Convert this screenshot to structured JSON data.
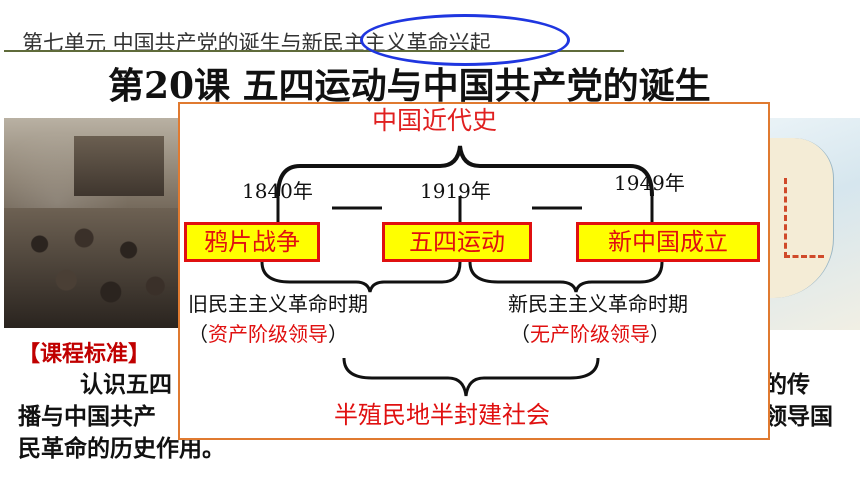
{
  "header": {
    "unit_title": "第七单元   中国共产党的诞生与新民主主义革命兴起",
    "lesson_title": "第20课    五四运动与中国共产党的诞生"
  },
  "standards": {
    "label": "【课程标准】",
    "line1_left": "认识五四",
    "line1_right": "的传",
    "line2_left": "播与中国共产",
    "line2_right": "领导国",
    "line3": "民革命的历史作用。"
  },
  "timeline": {
    "title": "中国近代史",
    "years": [
      "1840年",
      "1919年",
      "1949年"
    ],
    "events": [
      "鸦片战争",
      "五四运动",
      "新中国成立"
    ],
    "periods": [
      {
        "name": "旧民主主义革命时期",
        "leader": "资产阶级领导"
      },
      {
        "name": "新民主主义革命时期",
        "leader": "无产阶级领导"
      }
    ],
    "society": "半殖民地半封建社会"
  },
  "colors": {
    "accent_red": "#e01010",
    "highlight_yellow": "#ffff00",
    "panel_border": "#e07a30",
    "oval_blue": "#1f36e0"
  }
}
